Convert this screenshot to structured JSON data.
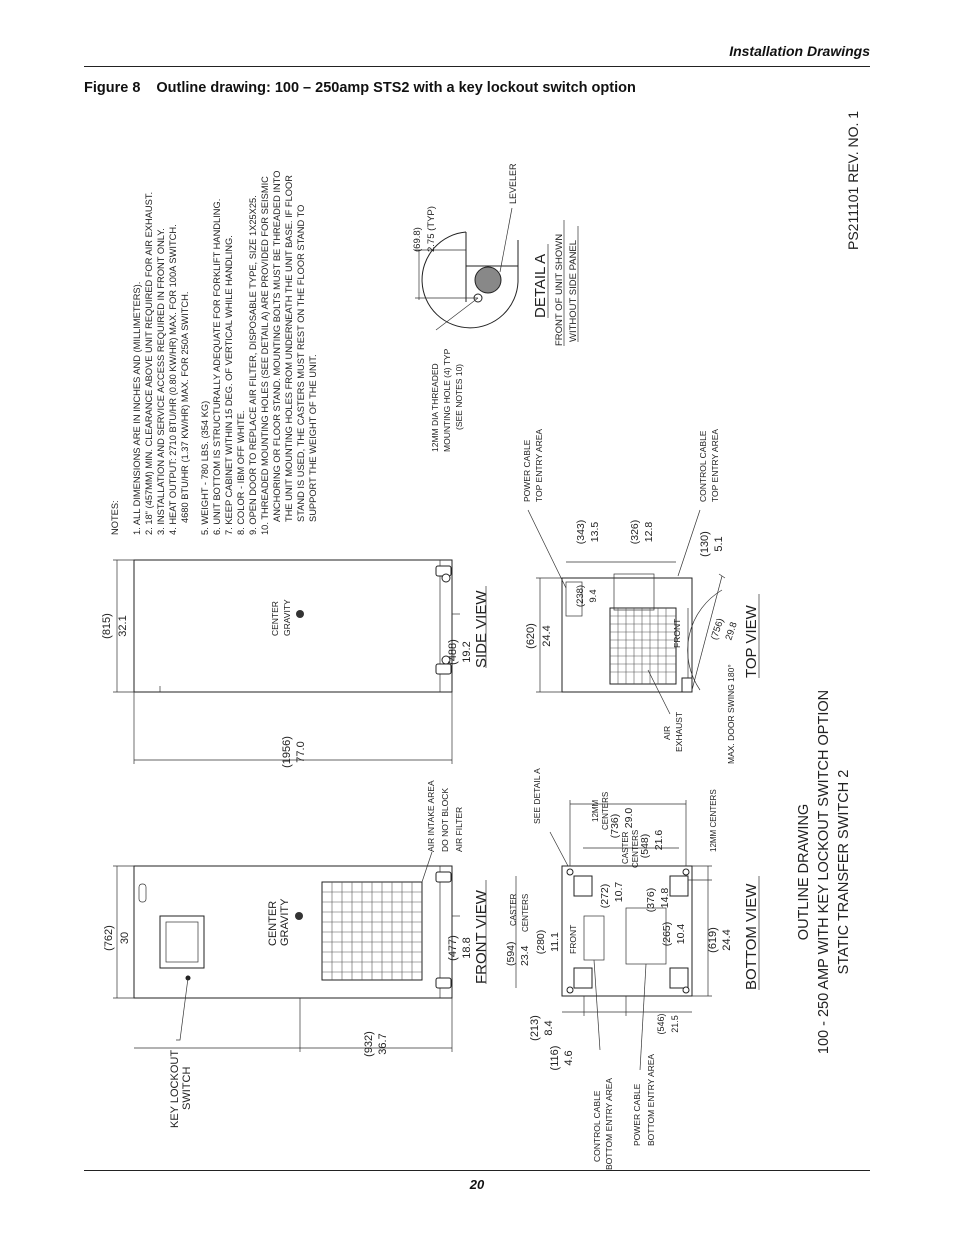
{
  "header": {
    "section": "Installation Drawings"
  },
  "figure": {
    "number": "Figure 8",
    "title": "Outline drawing: 100 – 250amp STS2 with a key lockout switch option"
  },
  "footer": {
    "page_number": "20"
  },
  "notes": {
    "heading": "NOTES:",
    "items": [
      "1. ALL DIMENSIONS ARE IN INCHES AND (MILLIMETERS).",
      "2. 18\" (457MM) MIN. CLEARANCE ABOVE UNIT REQUIRED FOR AIR EXHAUST.",
      "3. INSTALLATION AND SERVICE ACCESS REQUIRED IN FRONT ONLY.",
      "4. HEAT OUTPUT: 2710 BTU/HR (0.80 KW/HR) MAX. FOR 100A SWITCH.",
      "4680 BTU/HR (1.37 KW/HR) MAX. FOR 250A SWITCH.",
      "5. WEIGHT - 780 LBS. (354 KG)",
      "6. UNIT BOTTOM IS STRUCTURALLY ADEQUATE FOR FORKLIFT HANDLING.",
      "7. KEEP CABINET WITHIN 15 DEG. OF VERTICAL WHILE HANDLING.",
      "8. COLOR - IBM OFF WHITE.",
      "9. OPEN DOOR TO REPLACE AIR FILTER, DISPOSABLE TYPE, SIZE 1X25X25.",
      "10. THREADED MOUNTING HOLES (SEE DETAIL A) ARE PROVIDED FOR SEISMIC",
      "ANCHORING OR FLOOR STAND. MOUNTING BOLTS MUST BE THREADED INTO",
      "THE UNIT MOUNTING HOLES FROM UNDERNEATH THE UNIT BASE. IF FLOOR",
      "STAND IS USED, THE CASTERS MUST REST ON THE FLOOR STAND TO",
      "SUPPORT THE WEIGHT OF THE UNIT."
    ]
  },
  "doc_number": "PS211101 REV. NO. 1",
  "title_block": {
    "line1": "OUTLINE DRAWING",
    "line2": "100 - 250 AMP WITH KEY LOCKOUT SWITCH OPTION",
    "line3": "STATIC TRANSFER SWITCH 2"
  },
  "front_view": {
    "title": "FRONT VIEW",
    "dim_width_mm": "(762)",
    "dim_width_in": "30",
    "dim_height_mm": "(932)",
    "dim_height_in": "36.7",
    "dim_cg_mm": "(477)",
    "dim_cg_in": "18.8",
    "cg_label_1": "CENTER",
    "cg_label_2": "GRAVITY",
    "key_label_1": "KEY LOCKOUT",
    "key_label_2": "SWITCH",
    "air_label_1": "AIR INTAKE AREA",
    "air_label_2": "DO NOT BLOCK",
    "air_label_3": "AIR FILTER"
  },
  "side_view": {
    "title": "SIDE VIEW",
    "dim_depth_mm": "(815)",
    "dim_depth_in": "32.1",
    "dim_height_mm": "(1956)",
    "dim_height_in": "77.0",
    "dim_cg_mm": "(488)",
    "dim_cg_in": "19.2",
    "cg_label_1": "CENTER",
    "cg_label_2": "GRAVITY"
  },
  "detail_a": {
    "title": "DETAIL A",
    "sub_1": "FRONT OF UNIT SHOWN",
    "sub_2": "WITHOUT SIDE PANEL",
    "dim_mm": "(69.8)",
    "dim_in": "2.75 (TYP)",
    "leveler": "LEVELER",
    "hole_1": "12MM DIA THREADED",
    "hole_2": "MOUNTING HOLE (4) TYP",
    "hole_3": "(SEE NOTES 10)"
  },
  "top_view": {
    "title": "TOP VIEW",
    "power_1": "POWER CABLE",
    "power_2": "TOP ENTRY AREA",
    "control_1": "CONTROL CABLE",
    "control_2": "TOP ENTRY AREA",
    "dim_620_mm": "(620)",
    "dim_620_in": "24.4",
    "dim_238_mm": "(238)",
    "dim_238_in": "9.4",
    "dim_343_mm": "(343)",
    "dim_343_in": "13.5",
    "dim_326_mm": "(326)",
    "dim_326_in": "12.8",
    "dim_130_mm": "(130)",
    "dim_130_in": "5.1",
    "dim_756_mm": "(756)",
    "dim_756_in": "29.8",
    "front": "FRONT",
    "air_1": "AIR",
    "air_2": "EXHAUST",
    "door_swing": "MAX. DOOR SWING 180°"
  },
  "bottom_view": {
    "title": "BOTTOM VIEW",
    "see_detail": "SEE DETAIL A",
    "c12_1": "12MM",
    "c12_2": "CENTERS",
    "c12_centers": "12MM CENTERS",
    "caster_1": "CASTER",
    "caster_2": "CENTERS",
    "caster_w_1": "CASTER",
    "caster_w_2": "CENTERS",
    "front": "FRONT",
    "dim_736_mm": "(736)",
    "dim_736_in": "29.0",
    "dim_548_mm": "(548)",
    "dim_548_in": "21.6",
    "dim_272_mm": "(272)",
    "dim_272_in": "10.7",
    "dim_376_mm": "(376)",
    "dim_376_in": "14.8",
    "dim_265_mm": "(265)",
    "dim_265_in": "10.4",
    "dim_280_mm": "(280)",
    "dim_280_in": "11.1",
    "dim_594_mm": "(594)",
    "dim_594_in": "23.4",
    "dim_619_mm": "(619)",
    "dim_619_in": "24.4",
    "dim_213_mm": "(213)",
    "dim_213_in": "8.4",
    "dim_116_mm": "(116)",
    "dim_116_in": "4.6",
    "dim_546_mm": "(546)",
    "dim_546_in": "21.5",
    "control_1": "CONTROL CABLE",
    "control_2": "BOTTOM ENTRY AREA",
    "power_1": "POWER CABLE",
    "power_2": "BOTTOM ENTRY AREA"
  }
}
